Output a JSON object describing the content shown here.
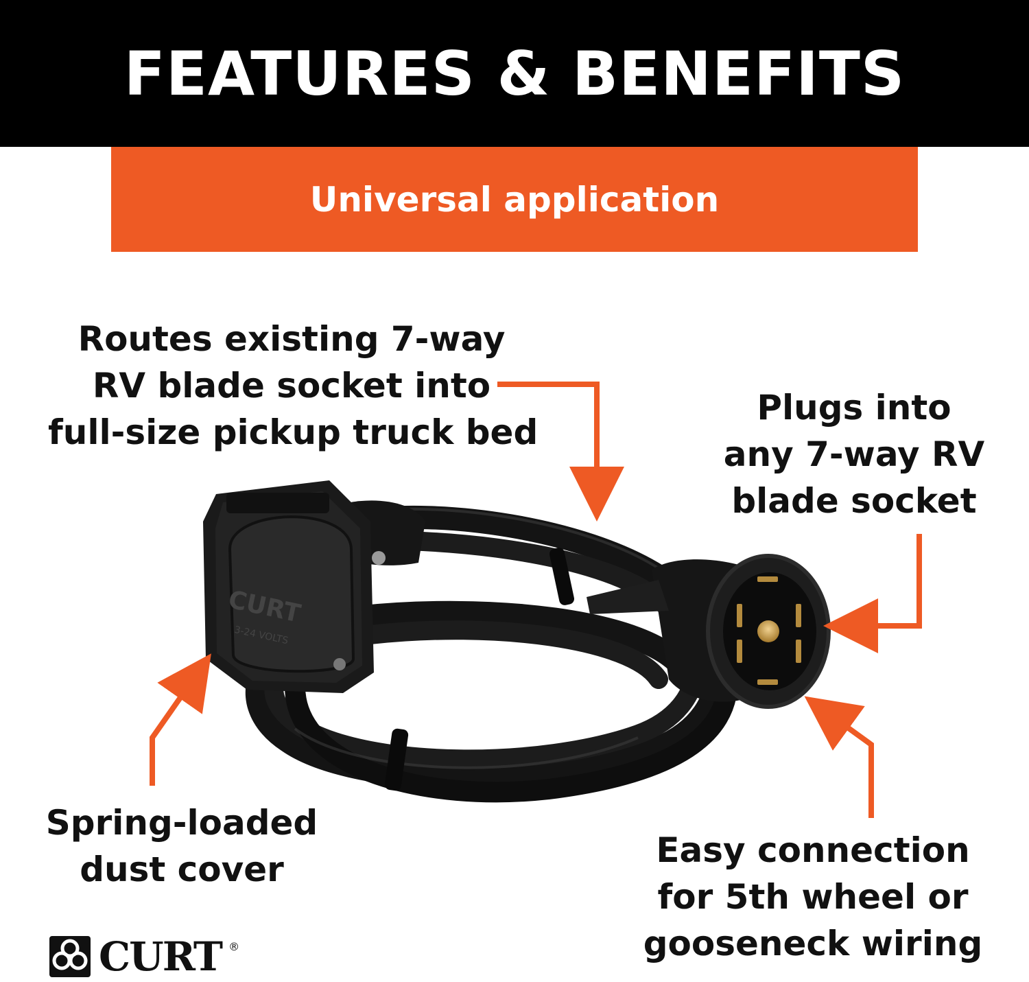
{
  "header": {
    "title": "FEATURES & BENEFITS"
  },
  "banner": {
    "text": "Universal application"
  },
  "callouts": {
    "top_left": [
      "Routes existing 7-way",
      "RV blade socket into",
      "full-size pickup truck bed"
    ],
    "top_right": [
      "Plugs into",
      "any 7-way RV",
      "blade socket"
    ],
    "bottom_left": [
      "Spring-loaded",
      "dust cover"
    ],
    "bottom_right": [
      "Easy connection",
      "for 5th wheel or",
      "gooseneck wiring"
    ]
  },
  "product": {
    "socket_brand": "CURT",
    "socket_rating": "3-24 VOLTS"
  },
  "logo": {
    "text": "CURT",
    "mark": "®"
  },
  "colors": {
    "accent": "#ee5a24",
    "header_bg": "#000000",
    "text": "#111111"
  }
}
